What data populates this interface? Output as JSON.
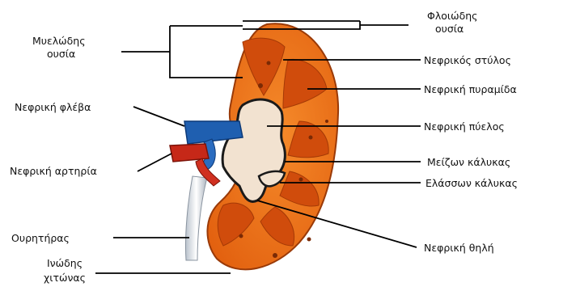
{
  "labels": {
    "cortex": [
      "Φλοιώδης",
      "ουσία"
    ],
    "medulla": [
      "Μυελώδης",
      "ουσία"
    ],
    "renal_column": "Νεφρικός στύλος",
    "renal_pyramid": "Νεφρική πυραμίδα",
    "renal_vein": "Νεφρική φλέβα",
    "renal_pelvis": "Νεφρική πύελος",
    "major_calyx": "Μείζων κάλυκας",
    "minor_calyx": "Ελάσσων κάλυκας",
    "renal_artery": "Νεφρική αρτηρία",
    "ureter": "Ουρητήρας",
    "renal_papilla": "Νεφρική θηλή",
    "capsule": [
      "Ινώδης",
      "χιτώνας"
    ]
  },
  "colors": {
    "cortex": "#f07a1c",
    "medulla": "#dd5a10",
    "pyramid": "#c8440a",
    "pelvis": "#f2e2d0",
    "vein": "#1f5fb0",
    "artery": "#c62818",
    "ureter": "#e6eaf0"
  }
}
